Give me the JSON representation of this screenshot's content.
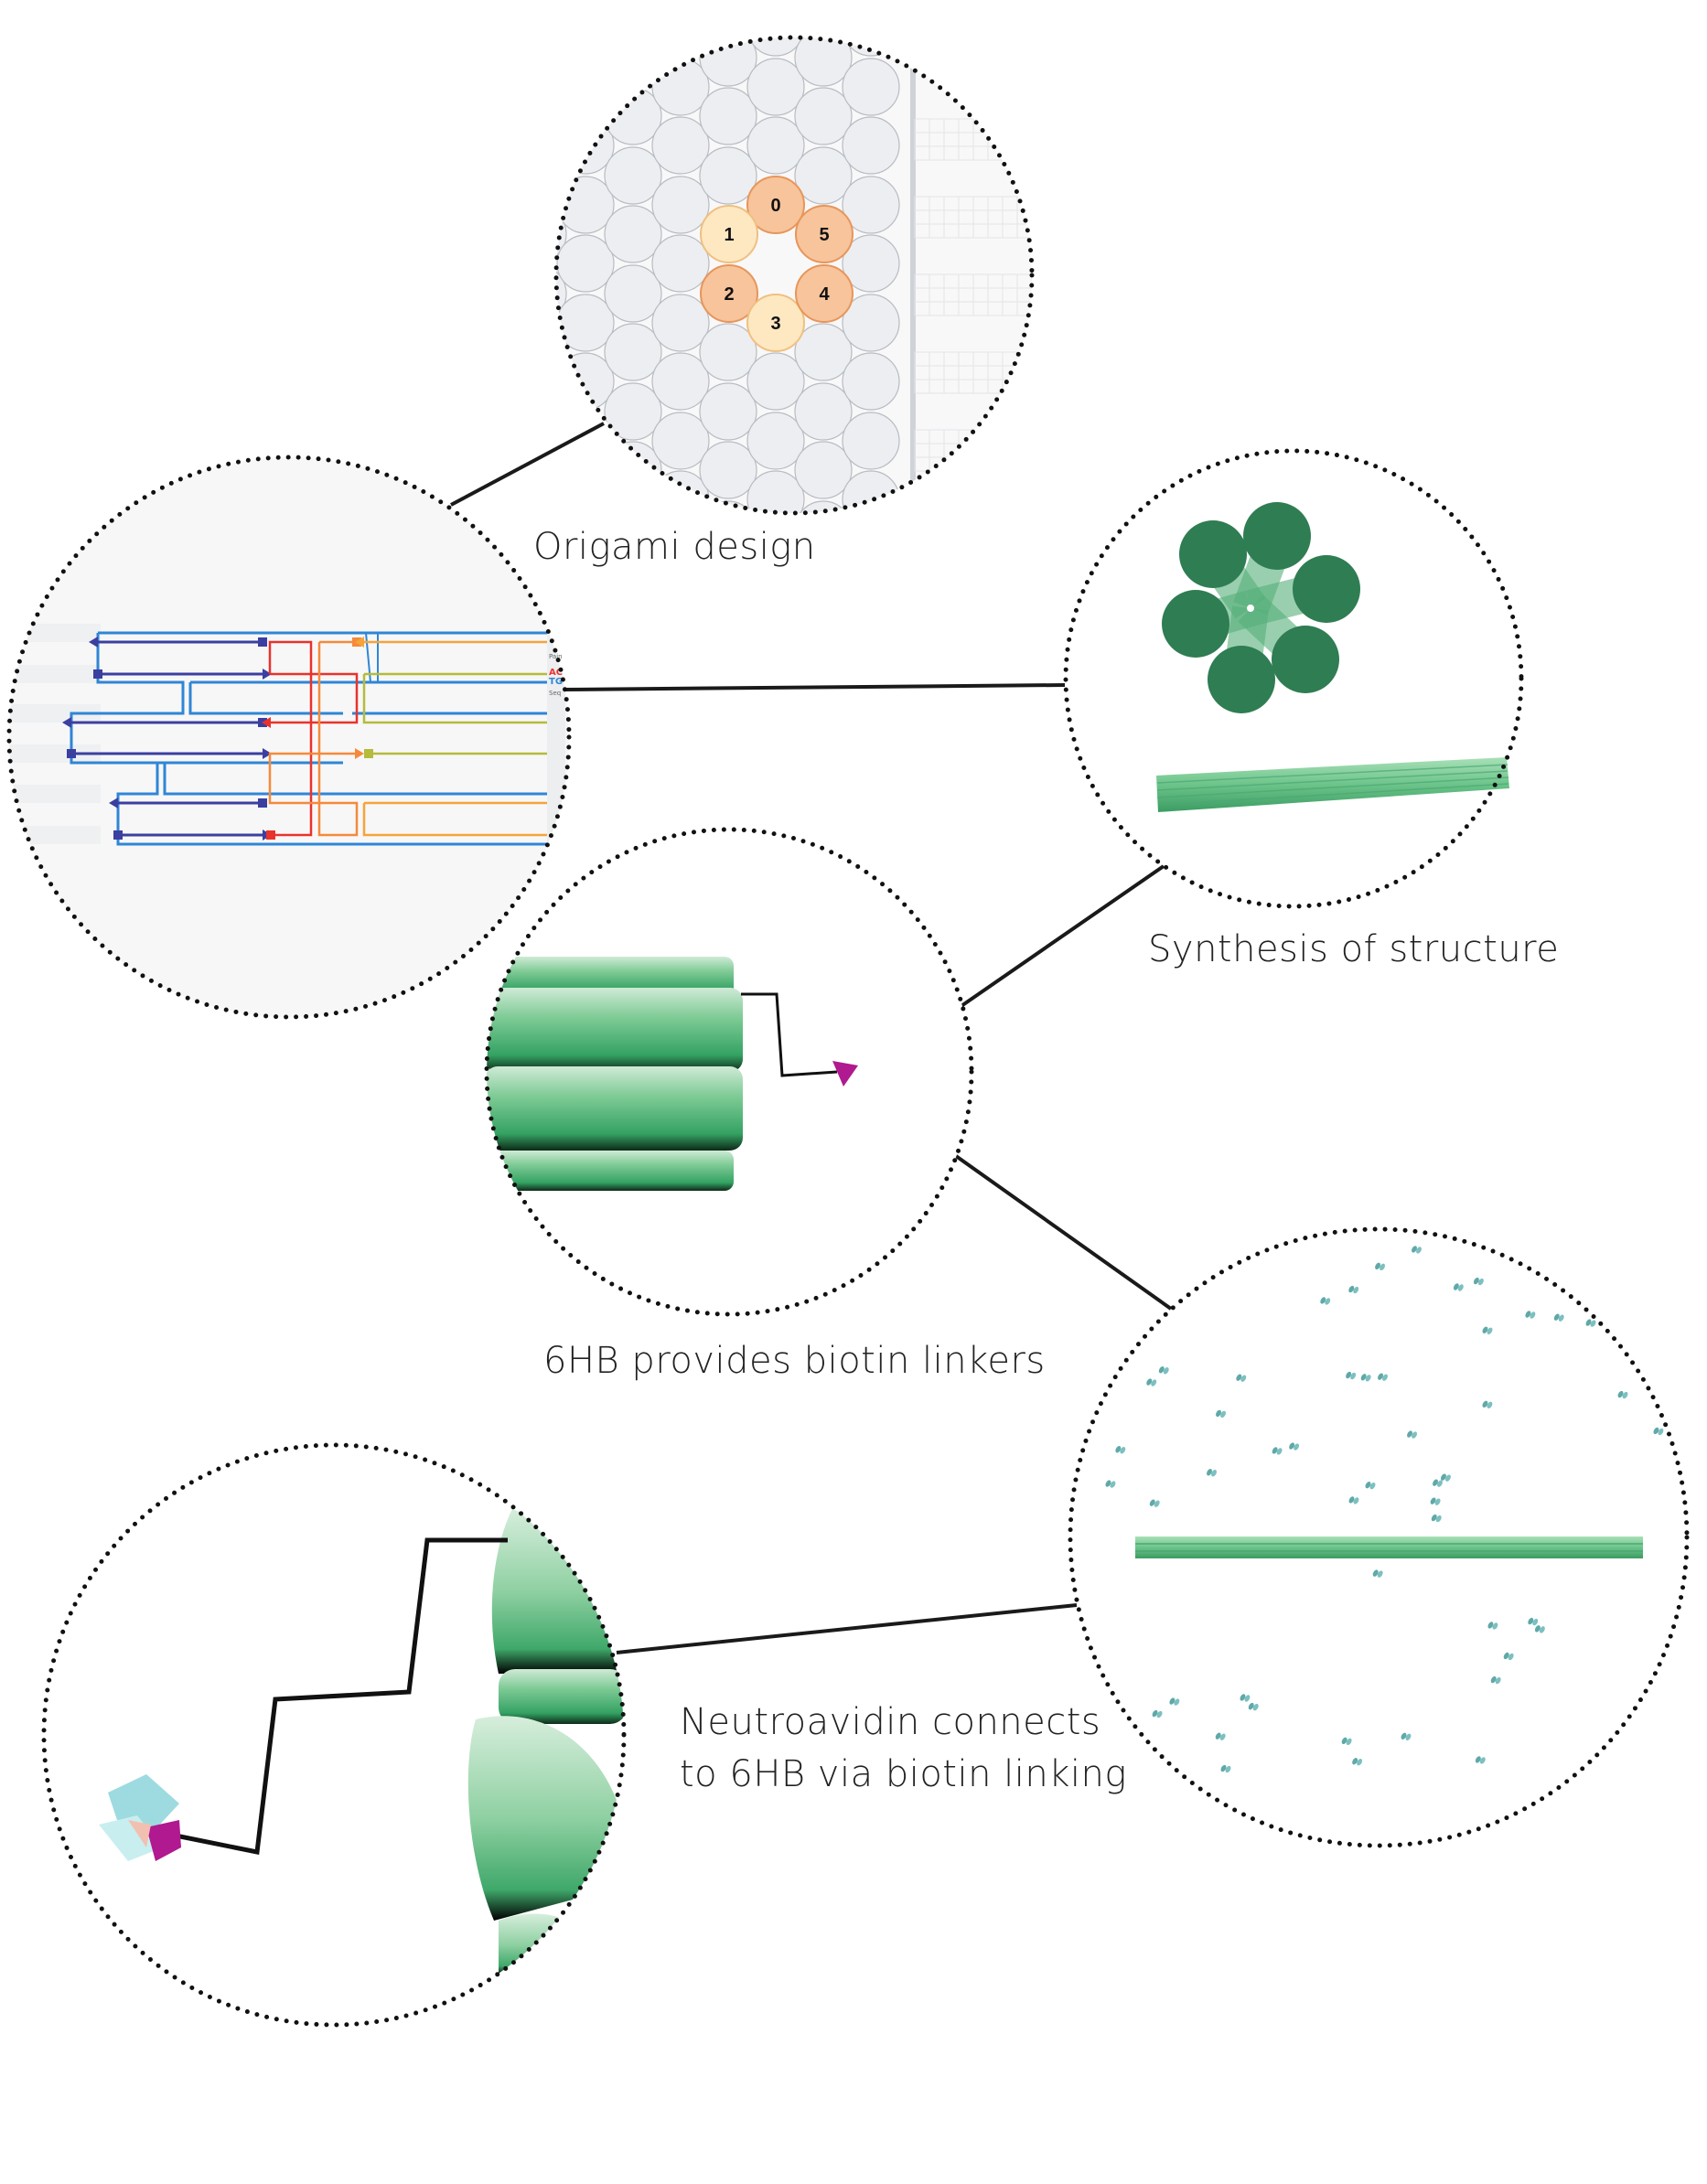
{
  "labels": {
    "origami_design": "Origami design",
    "synthesis": "Synthesis of structure",
    "biotin_linkers": "6HB provides biotin linkers",
    "neutravidin_line1": "Neutroavidin connects",
    "neutravidin_line2": "to 6HB via biotin linking"
  },
  "helix_numbers": [
    "0",
    "1",
    "2",
    "3",
    "4",
    "5"
  ],
  "strand_panel_side_labels": [
    "Pain",
    "AC",
    "TG",
    "Seq"
  ],
  "colors": {
    "helix_dark_orange": "#f7c49b",
    "helix_light_orange": "#fde8c2",
    "lattice_grey": "#eceef1",
    "scaffold_blue": "#2f86d6",
    "staple_purple": "#3b3fa0",
    "staple_red": "#e8332c",
    "staple_orange": "#f58a3b",
    "staple_olive": "#b5bb3a",
    "bundle_green": "#2f7d52",
    "rod_green": "#7fcf98",
    "biotin_magenta": "#b0198f"
  }
}
